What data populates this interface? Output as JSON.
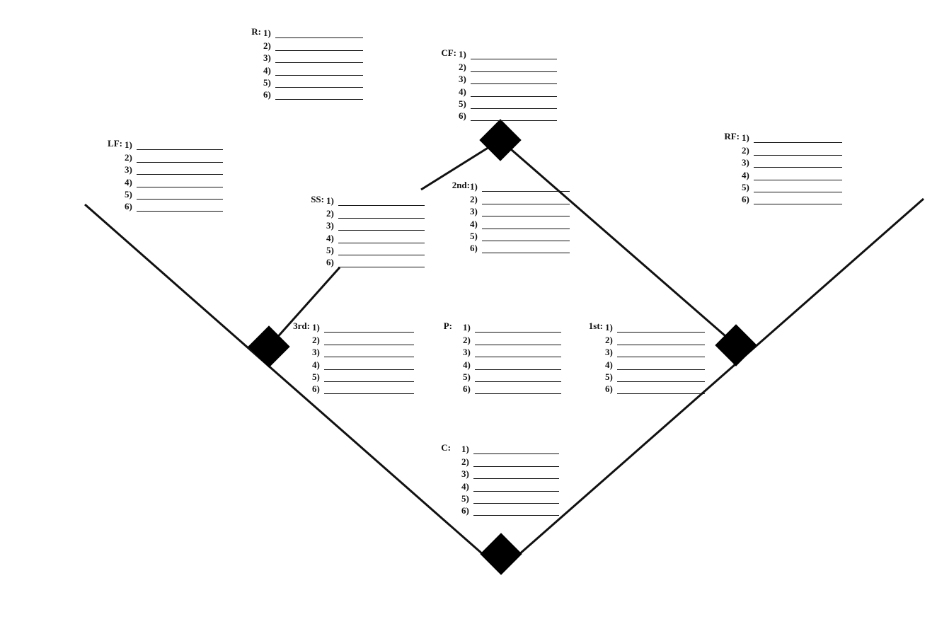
{
  "slot_labels": [
    "1)",
    "2)",
    "3)",
    "4)",
    "5)",
    "6)"
  ],
  "positions": {
    "R": {
      "label": "R:"
    },
    "CF": {
      "label": "CF:"
    },
    "LF": {
      "label": "LF:"
    },
    "RF": {
      "label": "RF:"
    },
    "SS": {
      "label": "SS:"
    },
    "2nd": {
      "label": "2nd:"
    },
    "3rd": {
      "label": "3rd:"
    },
    "P": {
      "label": "P:"
    },
    "1st": {
      "label": "1st:"
    },
    "C": {
      "label": "C:"
    }
  }
}
